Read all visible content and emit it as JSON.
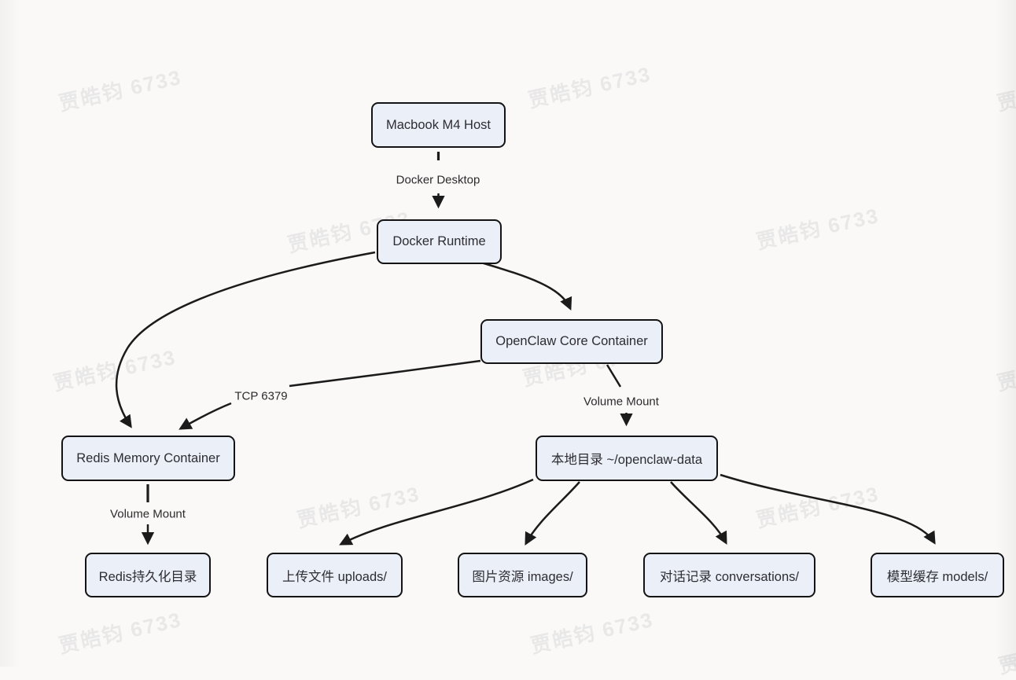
{
  "diagram": {
    "type": "flowchart-top-down",
    "watermark": {
      "text": "贾皓钧 6733"
    },
    "colors": {
      "background": "#faf9f8",
      "node_fill": "#ebeff8",
      "node_border": "#141414",
      "edge_stroke": "#1b1b1b",
      "text": "#2d2d33",
      "watermark": "#ececee"
    },
    "nodes": [
      {
        "id": "host",
        "label": "Macbook M4 Host"
      },
      {
        "id": "docker",
        "label": "Docker Runtime"
      },
      {
        "id": "openclaw",
        "label": "OpenClaw Core Container"
      },
      {
        "id": "redis",
        "label": "Redis Memory Container"
      },
      {
        "id": "localdir",
        "label": "本地目录 ~/openclaw-data"
      },
      {
        "id": "redisdata",
        "label": "Redis持久化目录"
      },
      {
        "id": "uploads",
        "label": "上传文件 uploads/"
      },
      {
        "id": "images",
        "label": "图片资源 images/"
      },
      {
        "id": "conversations",
        "label": "对话记录 conversations/"
      },
      {
        "id": "models",
        "label": "模型缓存 models/"
      }
    ],
    "edges": [
      {
        "from": "host",
        "to": "docker",
        "label": "Docker Desktop"
      },
      {
        "from": "docker",
        "to": "openclaw",
        "label": ""
      },
      {
        "from": "docker",
        "to": "redis",
        "label": ""
      },
      {
        "from": "openclaw",
        "to": "redis",
        "label": "TCP 6379"
      },
      {
        "from": "openclaw",
        "to": "localdir",
        "label": "Volume Mount"
      },
      {
        "from": "redis",
        "to": "redisdata",
        "label": "Volume Mount"
      },
      {
        "from": "localdir",
        "to": "uploads",
        "label": ""
      },
      {
        "from": "localdir",
        "to": "images",
        "label": ""
      },
      {
        "from": "localdir",
        "to": "conversations",
        "label": ""
      },
      {
        "from": "localdir",
        "to": "models",
        "label": ""
      }
    ]
  }
}
